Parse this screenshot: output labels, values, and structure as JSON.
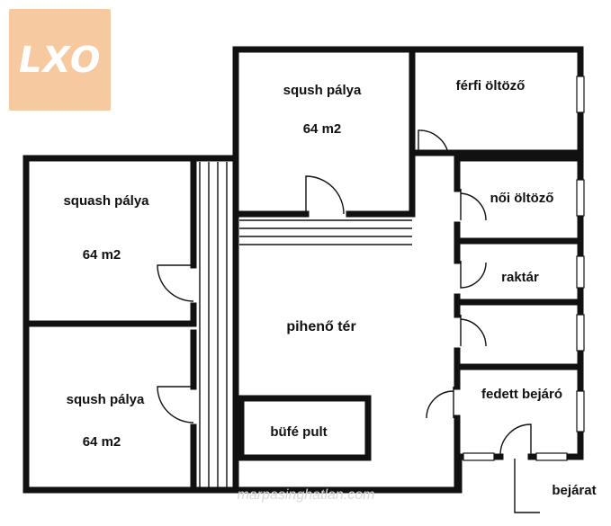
{
  "logo": {
    "text": "LXO"
  },
  "rooms": {
    "squash_top": {
      "name": "sqush pálya",
      "area": "64 m2"
    },
    "ferfi_oltozo": {
      "name": "férfi öltöző"
    },
    "squash_left_upper": {
      "name": "squash  pálya",
      "area": "64 m2"
    },
    "noi_oltozo": {
      "name": "női öltöző"
    },
    "raktar": {
      "name": "raktár"
    },
    "piheno_ter": {
      "name": "pihenő tér"
    },
    "squash_left_lower": {
      "name": "sqush  pálya",
      "area": "64 m2"
    },
    "fedett_bejaro": {
      "name": "fedett bejáró"
    },
    "bufe_pult": {
      "name": "büfé pult"
    },
    "bejarat": {
      "name": "bejárat"
    }
  },
  "colors": {
    "wall": "#111111",
    "logo_bg": "#f7c9a0",
    "logo_fg": "#ffffff"
  },
  "watermark": "marpasinghatlan.com"
}
